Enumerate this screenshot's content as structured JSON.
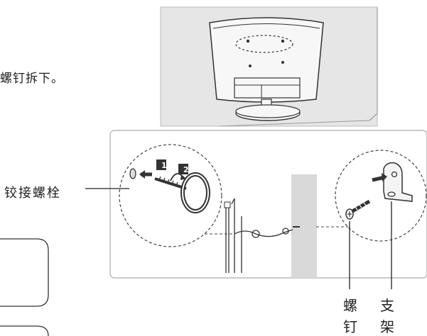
{
  "instruction_text": "螺钉拆下。",
  "labels": {
    "hinge_bolt": "铰接螺栓",
    "screw_char1": "螺",
    "screw_char2": "钉",
    "bracket_char1": "支",
    "bracket_char2": "架"
  },
  "steps": {
    "step1": "1",
    "step2": "2"
  },
  "colors": {
    "panel_bg": "#e6e6e6",
    "line": "#333333",
    "wall": "#d9d9d9"
  }
}
